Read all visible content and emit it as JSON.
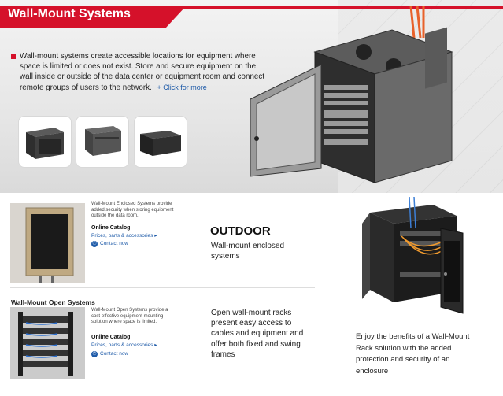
{
  "header": {
    "title": "Wall-Mount Systems",
    "brand_color": "#d5112a"
  },
  "intro": {
    "text": "Wall-mount systems create accessible locations for equipment where space is limited or does not exist. Store and secure equipment on the wall inside or outside of the data center or equipment room and connect remote groups of users to the network.",
    "more_link": "+ Click for more"
  },
  "thumbnails": [
    {
      "icon": "wall-cabinet-thumbnail-1"
    },
    {
      "icon": "wall-cabinet-thumbnail-2"
    },
    {
      "icon": "wall-cabinet-thumbnail-3"
    }
  ],
  "enclosed": {
    "description": "Wall-Mount Enclosed Systems provide added security when storing equipment outside the data room.",
    "catalog_title": "Online Catalog",
    "catalog_link": "Prices, parts & accessories",
    "contact": "Contact now"
  },
  "open": {
    "heading": "Wall-Mount Open Systems",
    "description": "Wall-Mount Open Systems provide a cost-effective equipment mounting solution where space is limited.",
    "catalog_title": "Online Catalog",
    "catalog_link": "Prices, parts & accessories",
    "contact": "Contact now"
  },
  "outdoor": {
    "title": "OUTDOOR",
    "subtitle": "Wall-mount enclosed systems"
  },
  "open_racks_text": "Open wall-mount racks present easy access to cables and equipment and offer both fixed and swing frames",
  "benefits_text": "Enjoy the benefits of a Wall-Mount Rack solution with the added protection and security of an enclosure"
}
